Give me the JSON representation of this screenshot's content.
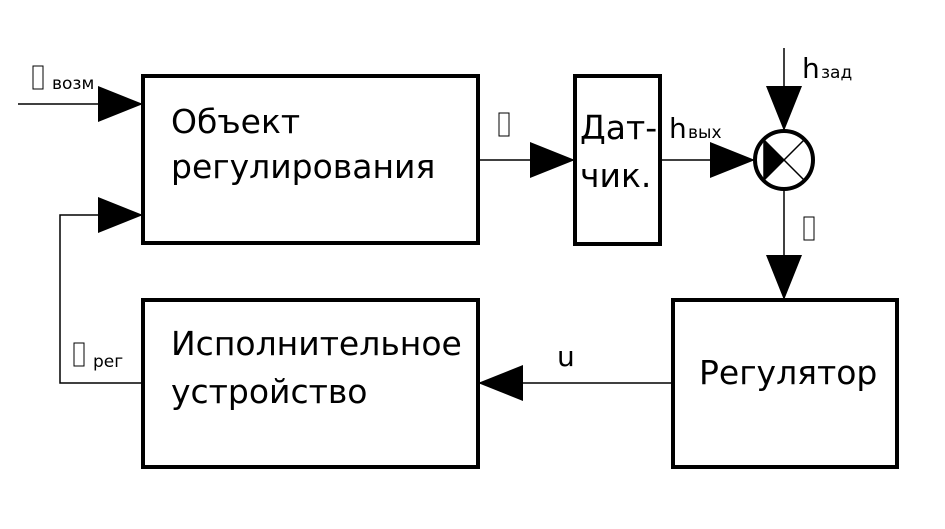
{
  "diagram": {
    "type": "block-diagram",
    "subject": "closed-loop level control system",
    "blocks": {
      "object": {
        "line1": "Объект",
        "line2": "регулирования"
      },
      "sensor": {
        "line1": "Дат-",
        "line2": "чик."
      },
      "regulator": {
        "label": "Регулятор"
      },
      "actuator": {
        "line1": "Исполнительное",
        "line2": "устройство"
      }
    },
    "summing_junction": {
      "type": "comparator",
      "inputs": [
        "h_вых",
        "h_зад"
      ],
      "output": "error"
    },
    "signals": {
      "disturbance": {
        "symbol": "□",
        "subscript": "возм"
      },
      "object_output": {
        "symbol": "□"
      },
      "h_out": {
        "symbol": "h",
        "subscript": "вых"
      },
      "h_set": {
        "symbol": "h",
        "subscript": "зад"
      },
      "error": {
        "symbol": "□"
      },
      "control": {
        "symbol": "u"
      },
      "regulating": {
        "symbol": "□",
        "subscript": "рег"
      }
    },
    "connections": [
      {
        "from": "disturbance",
        "to": "object"
      },
      {
        "from": "object",
        "to": "sensor"
      },
      {
        "from": "sensor",
        "to": "summing_junction",
        "label": "h_вых"
      },
      {
        "from": "h_set",
        "to": "summing_junction"
      },
      {
        "from": "summing_junction",
        "to": "regulator"
      },
      {
        "from": "regulator",
        "to": "actuator",
        "label": "u"
      },
      {
        "from": "actuator",
        "to": "object",
        "label": "рег"
      }
    ]
  }
}
